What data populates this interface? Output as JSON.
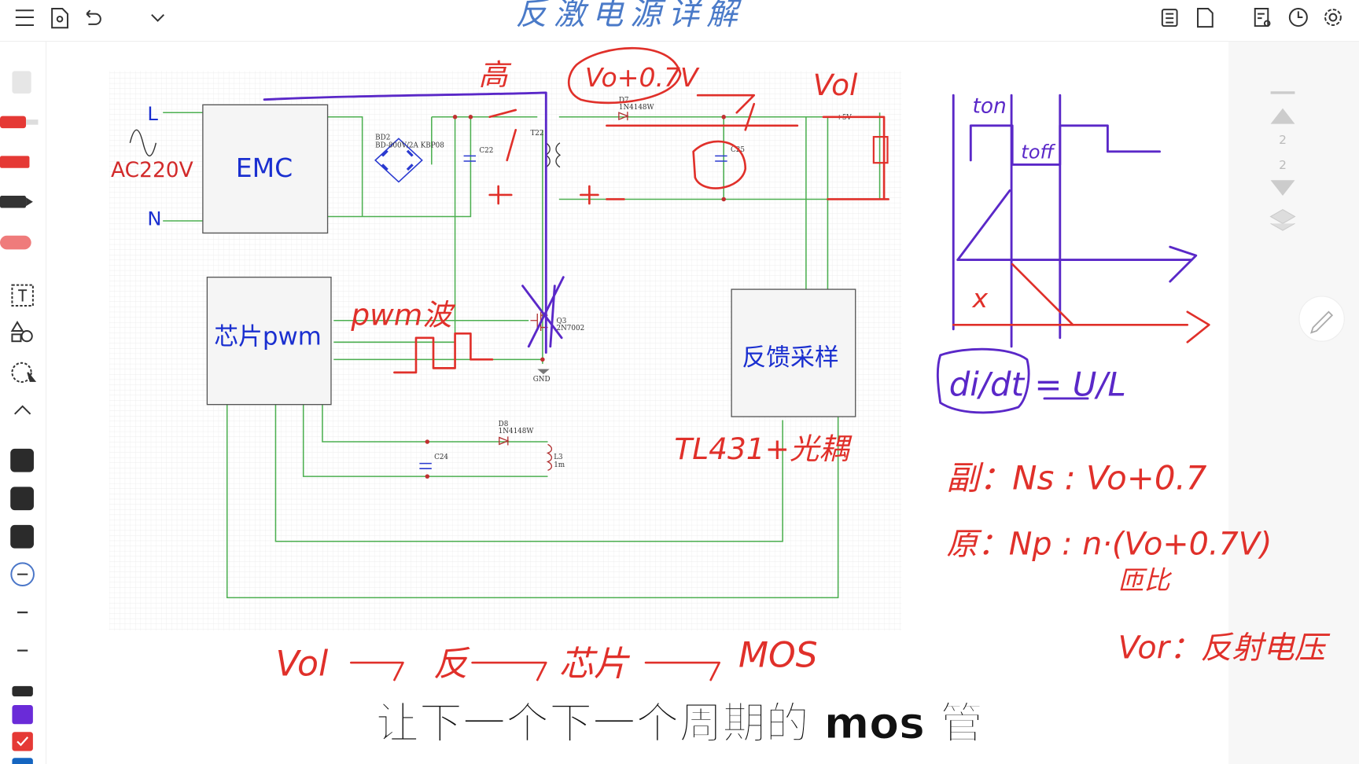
{
  "toolbar": {
    "icons": [
      "menu-icon",
      "file-preview-icon",
      "undo-icon",
      "chevron-down-icon",
      "outline-icon",
      "page-icon",
      "search-doc-icon",
      "history-icon",
      "settings-icon"
    ]
  },
  "document": {
    "title": "反激电源详解"
  },
  "schematic": {
    "label_L": "L",
    "label_N": "N",
    "ac_label": "AC220V",
    "emc_label": "EMC",
    "pwm_chip_label": "芯片pwm",
    "feedback_label": "反馈采样",
    "bridge_ref": "BD2",
    "bridge_part": "BD-800V/2A KBP08",
    "cap_c22": "C22",
    "cap_c25": "C25",
    "cap_c24": "C24",
    "transformer_ref": "T22",
    "diode_top_ref": "D7",
    "diode_top_part": "1N4148W",
    "diode_d8_ref": "D8",
    "diode_d8_part": "1N4148W",
    "inductor_ref": "L3",
    "inductor_value": "1m",
    "mosfet_ref": "Q3",
    "mosfet_part": "2N7002",
    "gnd_label": "GND",
    "vout_label": "+5V"
  },
  "annotations": {
    "high": "高",
    "vo_plus": "Vo+0.7V",
    "vol_top": "Vol",
    "pwm_wave": "pwm波",
    "tl431": "TL431+光耦",
    "ton": "ton",
    "toff": "toff",
    "x_mark": "x",
    "didt": "di/dt = U/L",
    "secondary": "副：Ns  :  Vo+0.7",
    "primary": "原：Np  :  n·(Vo+0.7V)",
    "turns_ratio": "匝比",
    "vor": "Vor：反射电压",
    "chain": [
      "Vol",
      "反",
      "芯片",
      "MOS"
    ]
  },
  "subtitle": "让下一个下一个周期的 mos 管",
  "right_panel": {
    "page_current": "2",
    "page_total": "2"
  },
  "colors": {
    "ink_red": "#e0302a",
    "ink_purple": "#5a28c8",
    "ink_blue": "#1a2fd0",
    "wire_green": "#4caf50",
    "swatch_black": "#2b2b2b",
    "swatch_purple": "#6a2bd8",
    "swatch_red": "#e53935",
    "swatch_blue": "#1565c0"
  }
}
